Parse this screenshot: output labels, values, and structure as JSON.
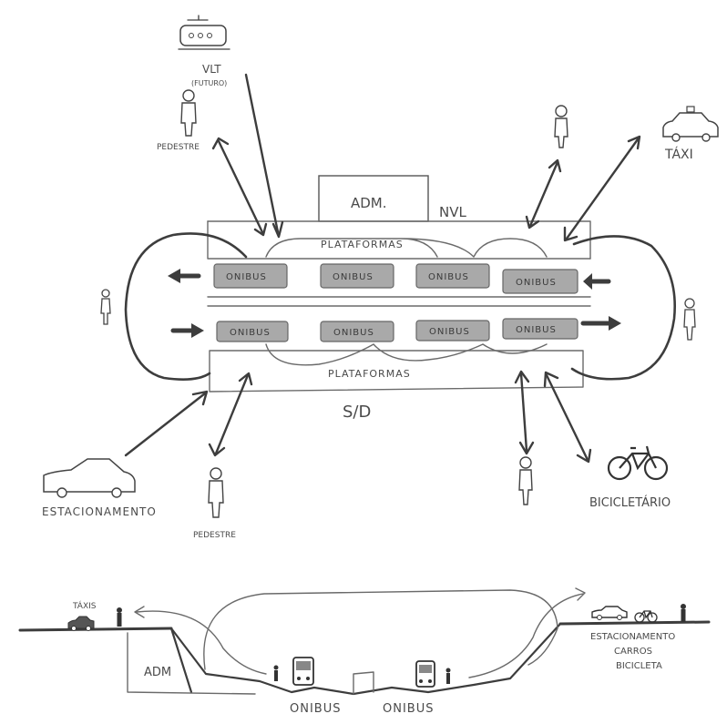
{
  "top_plan": {
    "adm": "ADM.",
    "nvl": "NVL",
    "plataformas_top": "PLATAFORMAS",
    "plataformas_bottom": "PLATAFORMAS",
    "sd": "S/D",
    "bus_top": [
      "ONIBUS",
      "ONIBUS",
      "ONIBUS",
      "ONIBUS"
    ],
    "bus_bottom": [
      "ONIBUS",
      "ONIBUS",
      "ONIBUS",
      "ONIBUS"
    ]
  },
  "labels": {
    "vlt": "VLT",
    "vlt_sub": "(FUTURO)",
    "pedestre_top": "PEDESTRE",
    "pedestre_bottom": "PEDESTRE",
    "taxi": "TÁXI",
    "estacionamento": "ESTACIONAMENTO",
    "bicicletario": "BICICLETÁRIO"
  },
  "section": {
    "taxis": "TÁXIS",
    "adm": "ADM",
    "onibus_left": "ONIBUS",
    "onibus_right": "ONIBUS",
    "right_legend": [
      "ESTACIONAMENTO",
      "CARROS",
      "BICICLETA"
    ]
  },
  "colors": {
    "paper": "#ffffff",
    "pencil": "#3d3d3d",
    "bus_fill": "#a9a9a9",
    "platform_line": "#6a6a6a"
  },
  "icons": [
    "tram-icon",
    "pedestrian-icon",
    "taxi-icon",
    "car-icon",
    "bicycle-icon",
    "bus-front-icon"
  ]
}
